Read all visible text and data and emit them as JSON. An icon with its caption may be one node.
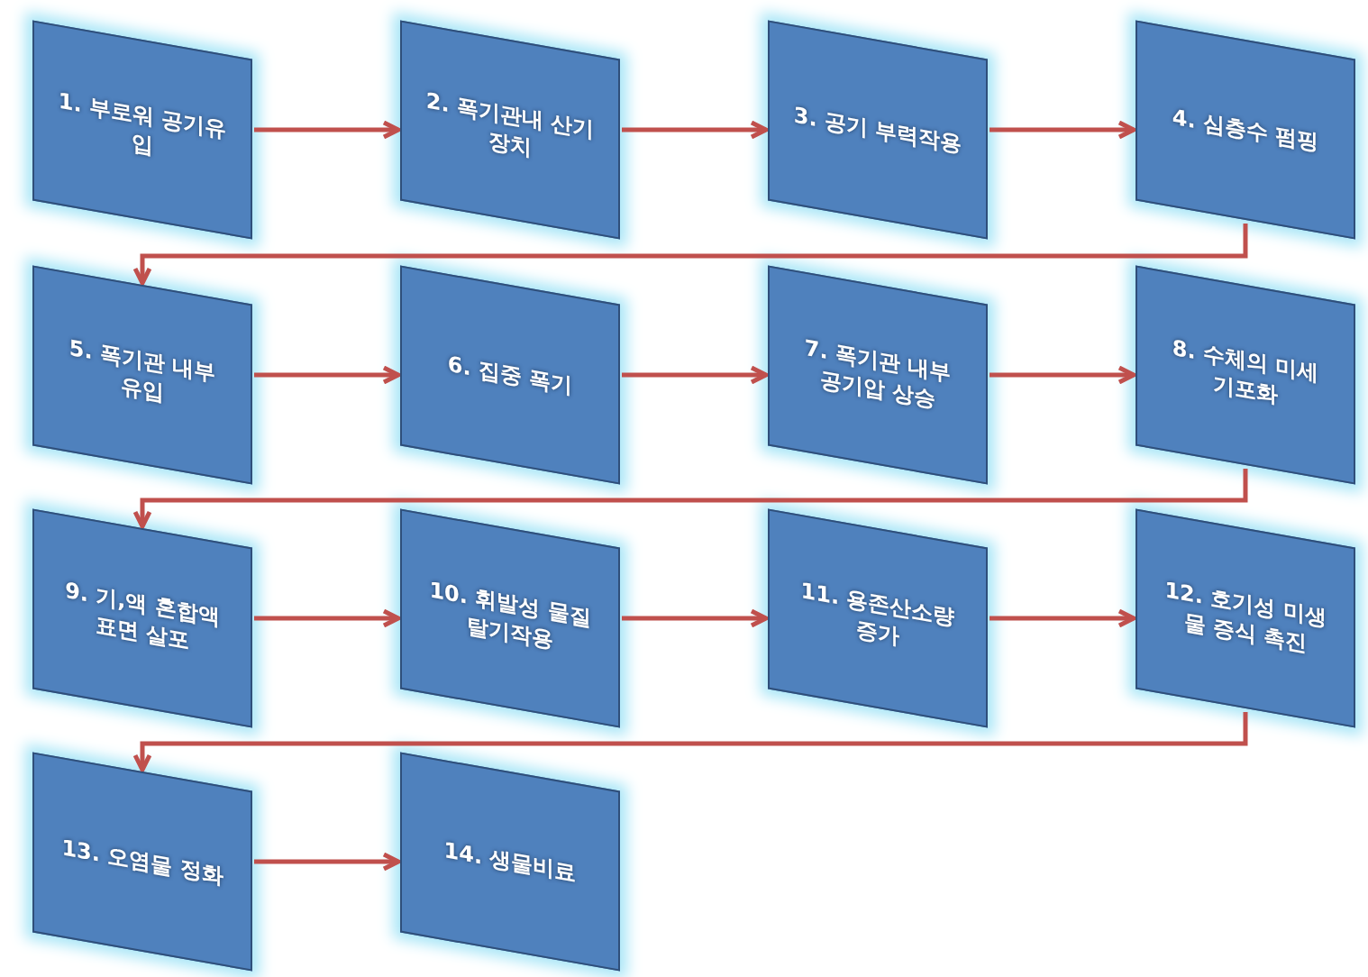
{
  "diagram": {
    "nodes": [
      {
        "text": [
          "1. 부로워 공기유입"
        ]
      },
      {
        "text": [
          "2. 폭기관내 산기장치"
        ]
      },
      {
        "text": [
          "3. 공기 부력작용"
        ]
      },
      {
        "text": [
          "4. 심층수 펌핑"
        ]
      },
      {
        "text": [
          "5. 폭기관 내부 유입"
        ]
      },
      {
        "text": [
          "6. 집중 폭기"
        ]
      },
      {
        "text": [
          "7. 폭기관 내부 공기압 상승"
        ]
      },
      {
        "text": [
          "8. 수체의 미세 기포화"
        ]
      },
      {
        "text": [
          "9. 기,액 혼합액 표면 살포"
        ]
      },
      {
        "text": [
          "10. 휘발성 물질 탈기작용"
        ]
      },
      {
        "text": [
          "11. 용존산소량 증가"
        ]
      },
      {
        "text": [
          "12. 호기성 미생물 증식 촉진"
        ]
      },
      {
        "text": [
          "13. 오염물 정화"
        ]
      },
      {
        "text": [
          "14. 생물비료"
        ]
      }
    ],
    "edges": [
      {
        "from": 0,
        "to": 1,
        "arrow": "to"
      },
      {
        "from": 1,
        "to": 2,
        "arrow": "to"
      },
      {
        "from": 2,
        "to": 3,
        "arrow": "to"
      },
      {
        "from": 3,
        "to": 4,
        "arrow": "to"
      },
      {
        "from": 4,
        "to": 5,
        "arrow": "to"
      },
      {
        "from": 5,
        "to": 6,
        "arrow": "to"
      },
      {
        "from": 6,
        "to": 7,
        "arrow": "to"
      },
      {
        "from": 7,
        "to": 8,
        "arrow": "to"
      },
      {
        "from": 8,
        "to": 9,
        "arrow": "to"
      },
      {
        "from": 9,
        "to": 10,
        "arrow": "to"
      },
      {
        "from": 10,
        "to": 11,
        "arrow": "to"
      },
      {
        "from": 11,
        "to": 12,
        "arrow": "to"
      },
      {
        "from": 12,
        "to": 13,
        "arrow": "to"
      }
    ]
  }
}
